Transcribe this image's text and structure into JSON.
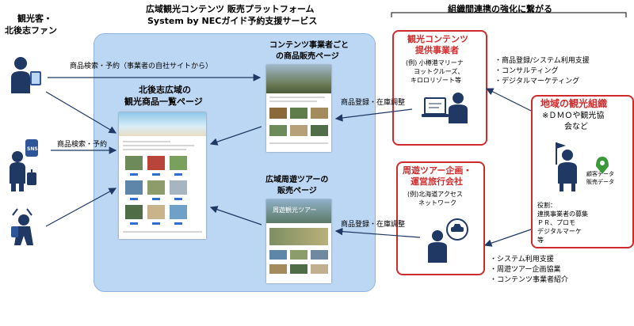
{
  "header": {
    "title_line1": "広域観光コンテンツ 販売プラットフォーム",
    "title_line2": "System by NECガイド予約支援サービス",
    "right_title": "組織間連携の強化に繋がる"
  },
  "left": {
    "label_line1": "観光客・",
    "label_line2": "北後志ファン",
    "sns_label": "SNS"
  },
  "arrows": {
    "search_own_site": "商品検索・予約（事業者の自社サイトから）",
    "search": "商品検索・予約",
    "register_top": "商品登録・在庫調整",
    "register_bottom": "商品登録・在庫調整"
  },
  "platform": {
    "list_title_line1": "北後志広域の",
    "list_title_line2": "観光商品一覧ページ",
    "vendor_title_line1": "コンテンツ事業者ごと",
    "vendor_title_line2": "の商品販売ページ",
    "tour_title_line1": "広域周遊ツアーの",
    "tour_title_line2": "販売ページ",
    "tour_banner": "周遊観光ツアー"
  },
  "provider": {
    "title_line1": "観光コンテンツ",
    "title_line2": "提供事業者",
    "example_line1": "(例) 小樽港マリーナ",
    "example_line2": "ヨットクルーズ、",
    "example_line3": "キロロリゾート等",
    "bullets": [
      "・商品登録/システム利用支援",
      "・コンサルティング",
      "・デジタルマーケティング"
    ]
  },
  "agency": {
    "title_line1": "周遊ツアー企画・",
    "title_line2": "運営旅行会社",
    "example_line1": "(例)北海道アクセス",
    "example_line2": "ネットワーク",
    "bullets": [
      "・システム利用支援",
      "・周遊ツアー企画協業",
      "・コンテンツ事業者紹介"
    ]
  },
  "regional": {
    "title": "地域の観光組織",
    "sub_line1": "※ＤＭＯや観光協",
    "sub_line2": "会など",
    "data_line1": "顧客データ",
    "data_line2": "販売データ",
    "role_line1": "役割：",
    "role_line2": "連携事業者の募集",
    "role_line3": "ＰＲ、プロモ",
    "role_line4": "デジタルマーケ",
    "role_line5": "等"
  },
  "colors": {
    "accent_red": "#d02b2b",
    "platform_blue": "#bcd7f3",
    "arrow_navy": "#1f3864"
  }
}
